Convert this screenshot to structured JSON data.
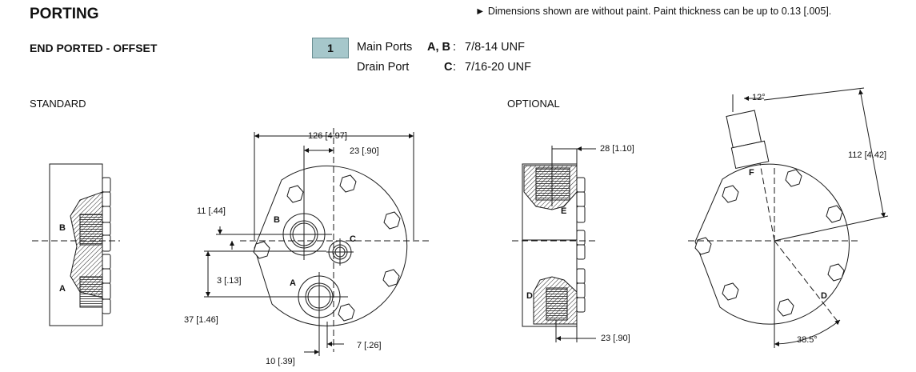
{
  "header": {
    "title": "PORTING",
    "note": "► Dimensions shown are without paint. Paint thickness can be up to 0.13 [.005]."
  },
  "section": {
    "subtitle": "END PORTED - OFFSET",
    "callout_number": "1",
    "main_ports_label": "Main Ports",
    "main_ports_letters": "A, B",
    "main_ports_value": "7/8-14 UNF",
    "drain_port_label": "Drain Port",
    "drain_port_letter": "C",
    "drain_port_value": "7/16-20 UNF"
  },
  "views": {
    "standard_label": "STANDARD",
    "optional_label": "OPTIONAL"
  },
  "dimensions": {
    "d126": "126 [4.97]",
    "d23_top": "23 [.90]",
    "d11": "11 [.44]",
    "d3": "3 [.13]",
    "d37": "37 [1.46]",
    "d10": "10 [.39]",
    "d7": "7 [.26]",
    "d28": "28 [1.10]",
    "d23_bottom": "23 [.90]",
    "d112": "112 [4.42]",
    "angle12": "12°",
    "angle38": "38.5°"
  },
  "port_labels": {
    "a": "A",
    "b": "B",
    "c": "C",
    "d": "D",
    "e": "E",
    "f": "F"
  },
  "colors": {
    "callout_fill": "#a6c7cb",
    "line": "#1a1a1a"
  }
}
